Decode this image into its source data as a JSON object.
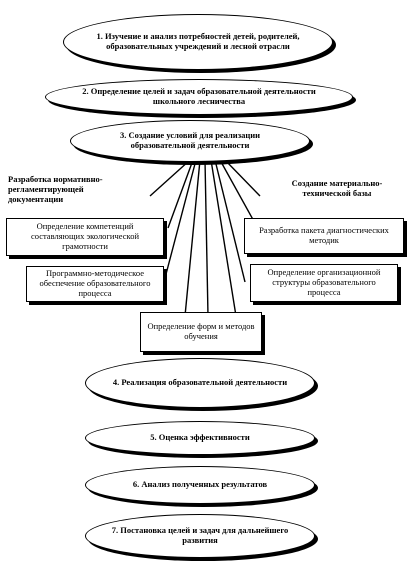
{
  "nodes": {
    "n1": "1. Изучение и анализ потребностей детей, родителей, образовательных учреждений и лесной отрасли",
    "n2": "2. Определение целей и задач образовательной деятельности школьного лесничества",
    "n3": "3. Создание условий для реализации образовательной деятельности",
    "left1": "Разработка нормативно-регламентирующей документации",
    "left2": "Определение компетенций составляющих экологической грамотности",
    "left3": "Программно-методическое обеспечение образовательного процесса",
    "right1": "Создание материально-технической базы",
    "right2": "Разработка пакета диагностических методик",
    "right3": "Определение организационной структуры образовательного процесса",
    "center": "Определение форм и методов обучения",
    "n4": "4. Реализация образовательной деятельности",
    "n5": "5. Оценка эффективности",
    "n6": "6. Анализ полученных результатов",
    "n7": "7. Постановка целей и задач для дальнейшего развития"
  }
}
